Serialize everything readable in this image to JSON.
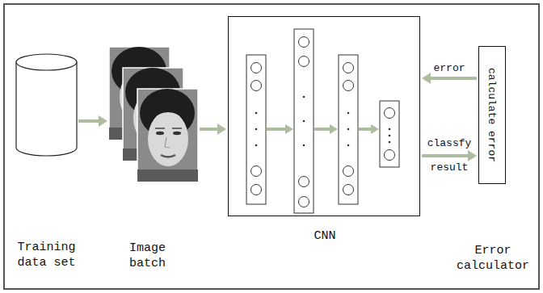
{
  "diagram": {
    "nodes": [
      {
        "text": [
          "Training data set"
        ]
      },
      {
        "text": [
          "Image batch"
        ]
      },
      {
        "text": [
          "CNN"
        ]
      },
      {
        "text": [
          "calculate error",
          "Error calculator"
        ]
      }
    ],
    "edges": [
      {
        "from": 0,
        "to": 1,
        "arrow": "to"
      },
      {
        "from": 1,
        "to": 2,
        "arrow": "to"
      },
      {
        "from": 3,
        "to": 2,
        "label": "error",
        "arrow": "to"
      },
      {
        "from": 2,
        "to": 3,
        "label": "classfy result",
        "arrow": "to"
      }
    ]
  }
}
